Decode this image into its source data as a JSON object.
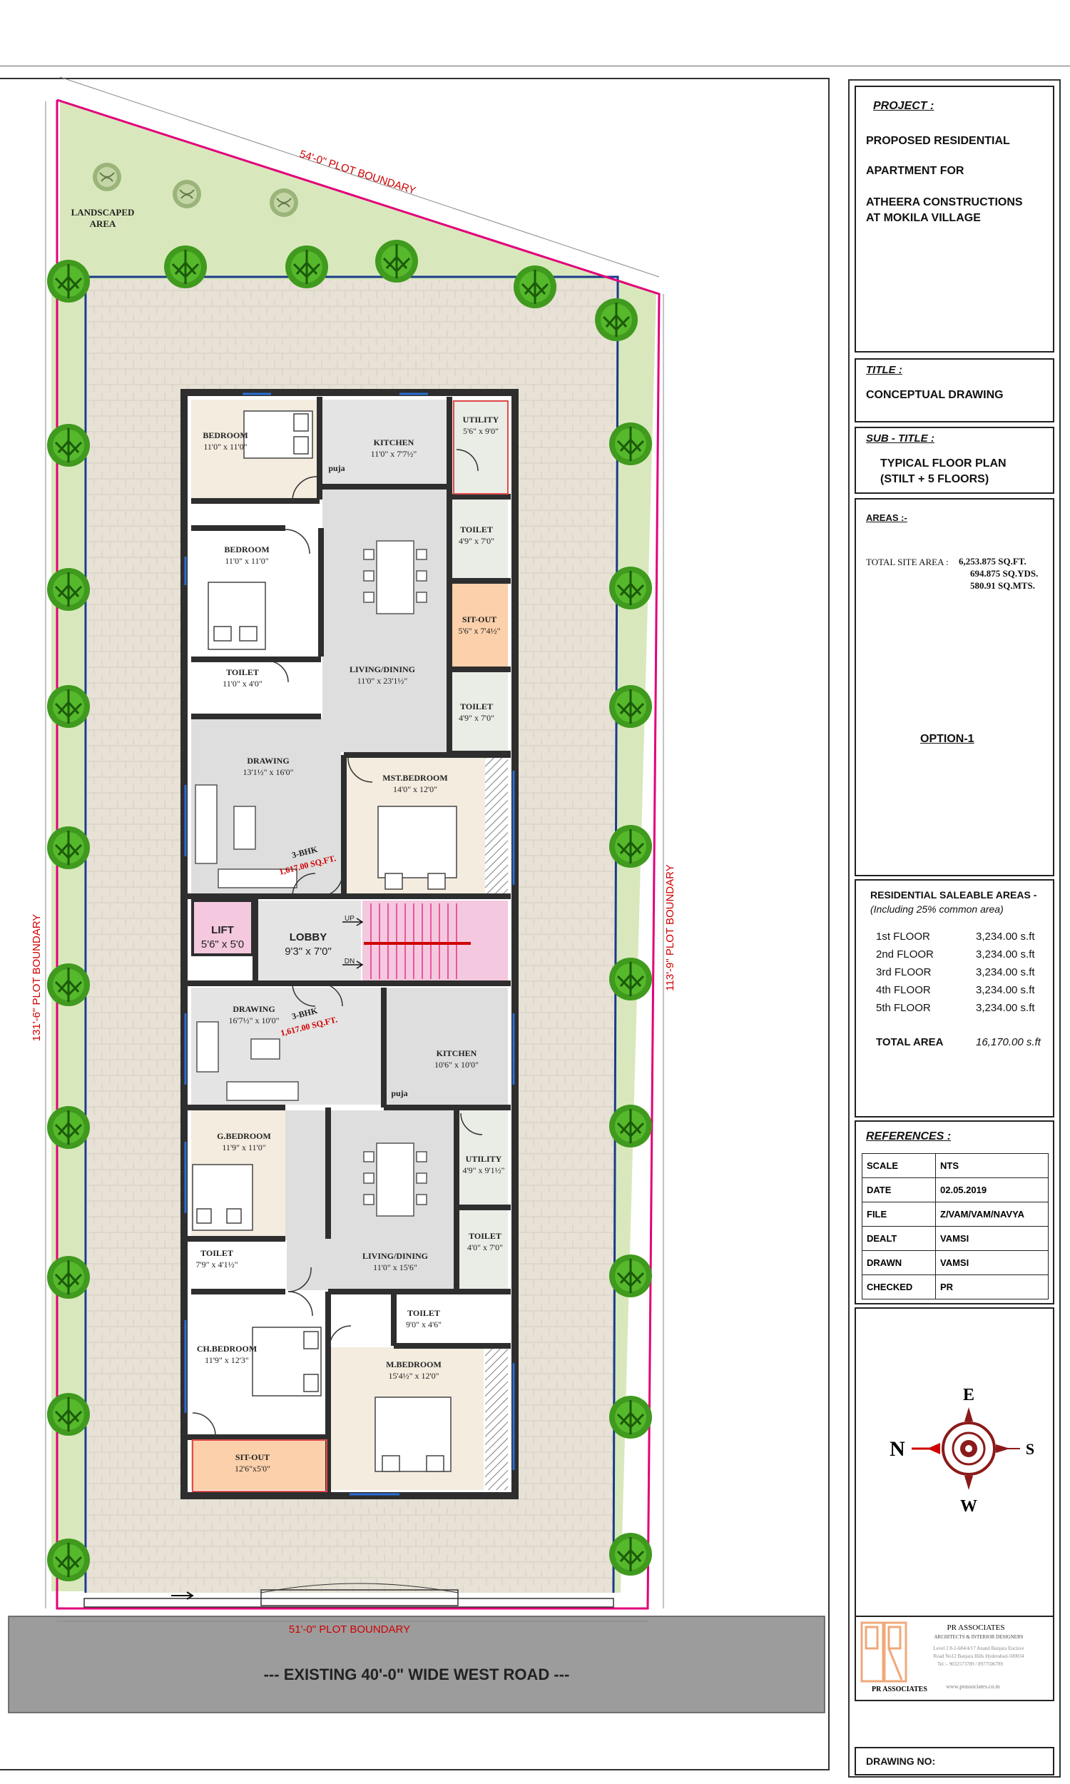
{
  "plot": {
    "top_boundary": "54'-0\" PLOT BOUNDARY",
    "bottom_boundary": "51'-0\" PLOT BOUNDARY",
    "left_boundary": "131'-6\" PLOT BOUNDARY",
    "right_boundary": "113'-9\" PLOT BOUNDARY",
    "landscape_line1": "LANDSCAPED",
    "landscape_line2": "AREA",
    "road": "--- EXISTING 40'-0\" WIDE WEST  ROAD ---"
  },
  "rooms": {
    "bedroom1": {
      "name": "BEDROOM",
      "size": "11'0\" x 11'0\""
    },
    "kitchen1": {
      "name": "KITCHEN",
      "size": "11'0\" x 7'7½\""
    },
    "utility1": {
      "name": "UTILITY",
      "size": "5'6\" x 9'0\""
    },
    "puja1": {
      "name": "puja"
    },
    "bedroom2": {
      "name": "BEDROOM",
      "size": "11'0\" x 11'0\""
    },
    "toilet1": {
      "name": "TOILET",
      "size": "4'9\" x 7'0\""
    },
    "sitout1": {
      "name": "SIT-OUT",
      "size": "5'6\" x 7'4½\""
    },
    "toilet2": {
      "name": "TOILET",
      "size": "11'0\" x 4'0\""
    },
    "living1": {
      "name": "LIVING/DINING",
      "size": "11'0\" x 23'1½\""
    },
    "toilet3": {
      "name": "TOILET",
      "size": "4'9\" x 7'0\""
    },
    "drawing1": {
      "name": "DRAWING",
      "size": "13'1½\" x 16'0\""
    },
    "mstbed": {
      "name": "MST.BEDROOM",
      "size": "14'0\" x 12'0\""
    },
    "bhk1": {
      "name": "3-BHK",
      "area": "1,617.00 SQ.FT."
    },
    "lift": {
      "name": "LIFT",
      "size": "5'6\" x 5'0"
    },
    "lobby": {
      "name": "LOBBY",
      "size": "9'3\" x 7'0\""
    },
    "stair_up": "UP",
    "stair_dn": "DN",
    "drawing2": {
      "name": "DRAWING",
      "size": "16'7½\" x 10'0\""
    },
    "bhk2": {
      "name": "3-BHK",
      "area": "1,617.00 SQ.FT."
    },
    "kitchen2": {
      "name": "KITCHEN",
      "size": "10'6\" x 10'0\""
    },
    "puja2": {
      "name": "puja"
    },
    "gbed": {
      "name": "G.BEDROOM",
      "size": "11'9\" x 11'0\""
    },
    "utility2": {
      "name": "UTILITY",
      "size": "4'9\" x 9'1½\""
    },
    "toilet4": {
      "name": "TOILET",
      "size": "4'0\" x 7'0\""
    },
    "toilet5": {
      "name": "TOILET",
      "size": "7'9\" x 4'1½\""
    },
    "living2": {
      "name": "LIVING/DINING",
      "size": "11'0\" x 15'6\""
    },
    "toilet6": {
      "name": "TOILET",
      "size": "9'0\" x 4'6\""
    },
    "chbed": {
      "name": "CH.BEDROOM",
      "size": "11'9\" x 12'3\""
    },
    "mbed": {
      "name": "M.BEDROOM",
      "size": "15'4½\" x 12'0\""
    },
    "sitout2": {
      "name": "SIT-OUT",
      "size": "12'6\"x5'0\""
    }
  },
  "title_block": {
    "project_label": "PROJECT :",
    "project_lines": [
      "PROPOSED RESIDENTIAL",
      "APARTMENT FOR",
      "ATHEERA CONSTRUCTIONS",
      "AT  MOKILA VILLAGE"
    ],
    "title_label": "TITLE :",
    "title": "CONCEPTUAL DRAWING",
    "subtitle_label": "SUB - TITLE :",
    "subtitle_lines": [
      "TYPICAL FLOOR PLAN",
      "(STILT + 5 FLOORS)"
    ],
    "areas_label": "AREAS :-",
    "site_area_label": "TOTAL SITE AREA :",
    "site_area_lines": [
      "6,253.875 SQ.FT.",
      "694.875 SQ.YDS.",
      "580.91 SQ.MTS."
    ],
    "option": "OPTION-1",
    "saleable_title": "RESIDENTIAL SALEABLE  AREAS  -",
    "saleable_note": "(Including 25% common area)",
    "floors": [
      {
        "floor": "1st  FLOOR",
        "area": "3,234.00  s.ft"
      },
      {
        "floor": "2nd  FLOOR",
        "area": "3,234.00  s.ft"
      },
      {
        "floor": "3rd  FLOOR",
        "area": "3,234.00  s.ft"
      },
      {
        "floor": "4th  FLOOR",
        "area": "3,234.00  s.ft"
      },
      {
        "floor": "5th  FLOOR",
        "area": "3,234.00  s.ft"
      }
    ],
    "total_label": "TOTAL  AREA",
    "total_value": "16,170.00  s.ft",
    "references_label": "REFERENCES :",
    "references": [
      {
        "key": "SCALE",
        "value": "NTS"
      },
      {
        "key": "DATE",
        "value": "02.05.2019"
      },
      {
        "key": "FILE",
        "value": "Z/VAM/VAM/NAVYA"
      },
      {
        "key": "DEALT",
        "value": "VAMSI"
      },
      {
        "key": "DRAWN",
        "value": "VAMSI"
      },
      {
        "key": "CHECKED",
        "value": "PR"
      }
    ],
    "compass": {
      "e": "E",
      "n": "N",
      "s": "S",
      "w": "W"
    },
    "firm": {
      "name": "PR ASSOCIATES",
      "tagline": "ARCHITECTS & INTERIOR DESIGNERS",
      "addr1": "Level 2  8-2-684/4/17 Anand Banjara Enclave",
      "addr2": "Road No12 Banjara Hills Hyderabad-500034",
      "phone": "Tel :- 9032573789 / 8977506789",
      "web": "www.prassociates.co.in",
      "logo_caption": "PR ASSOCIATES"
    },
    "drawing_no_label": "DRAWING NO:"
  },
  "colors": {
    "landscape": "#d9e8bc",
    "paving": "#e7e1d6",
    "wall": "#2e2e2e",
    "boundary": "#e2007a",
    "tree": "#3f9a1e",
    "stair": "#f4c8de",
    "sitout": "#fbd0aa",
    "bedroom": "#f3ecdf",
    "living": "#dedede",
    "road": "#9c9c9c"
  }
}
